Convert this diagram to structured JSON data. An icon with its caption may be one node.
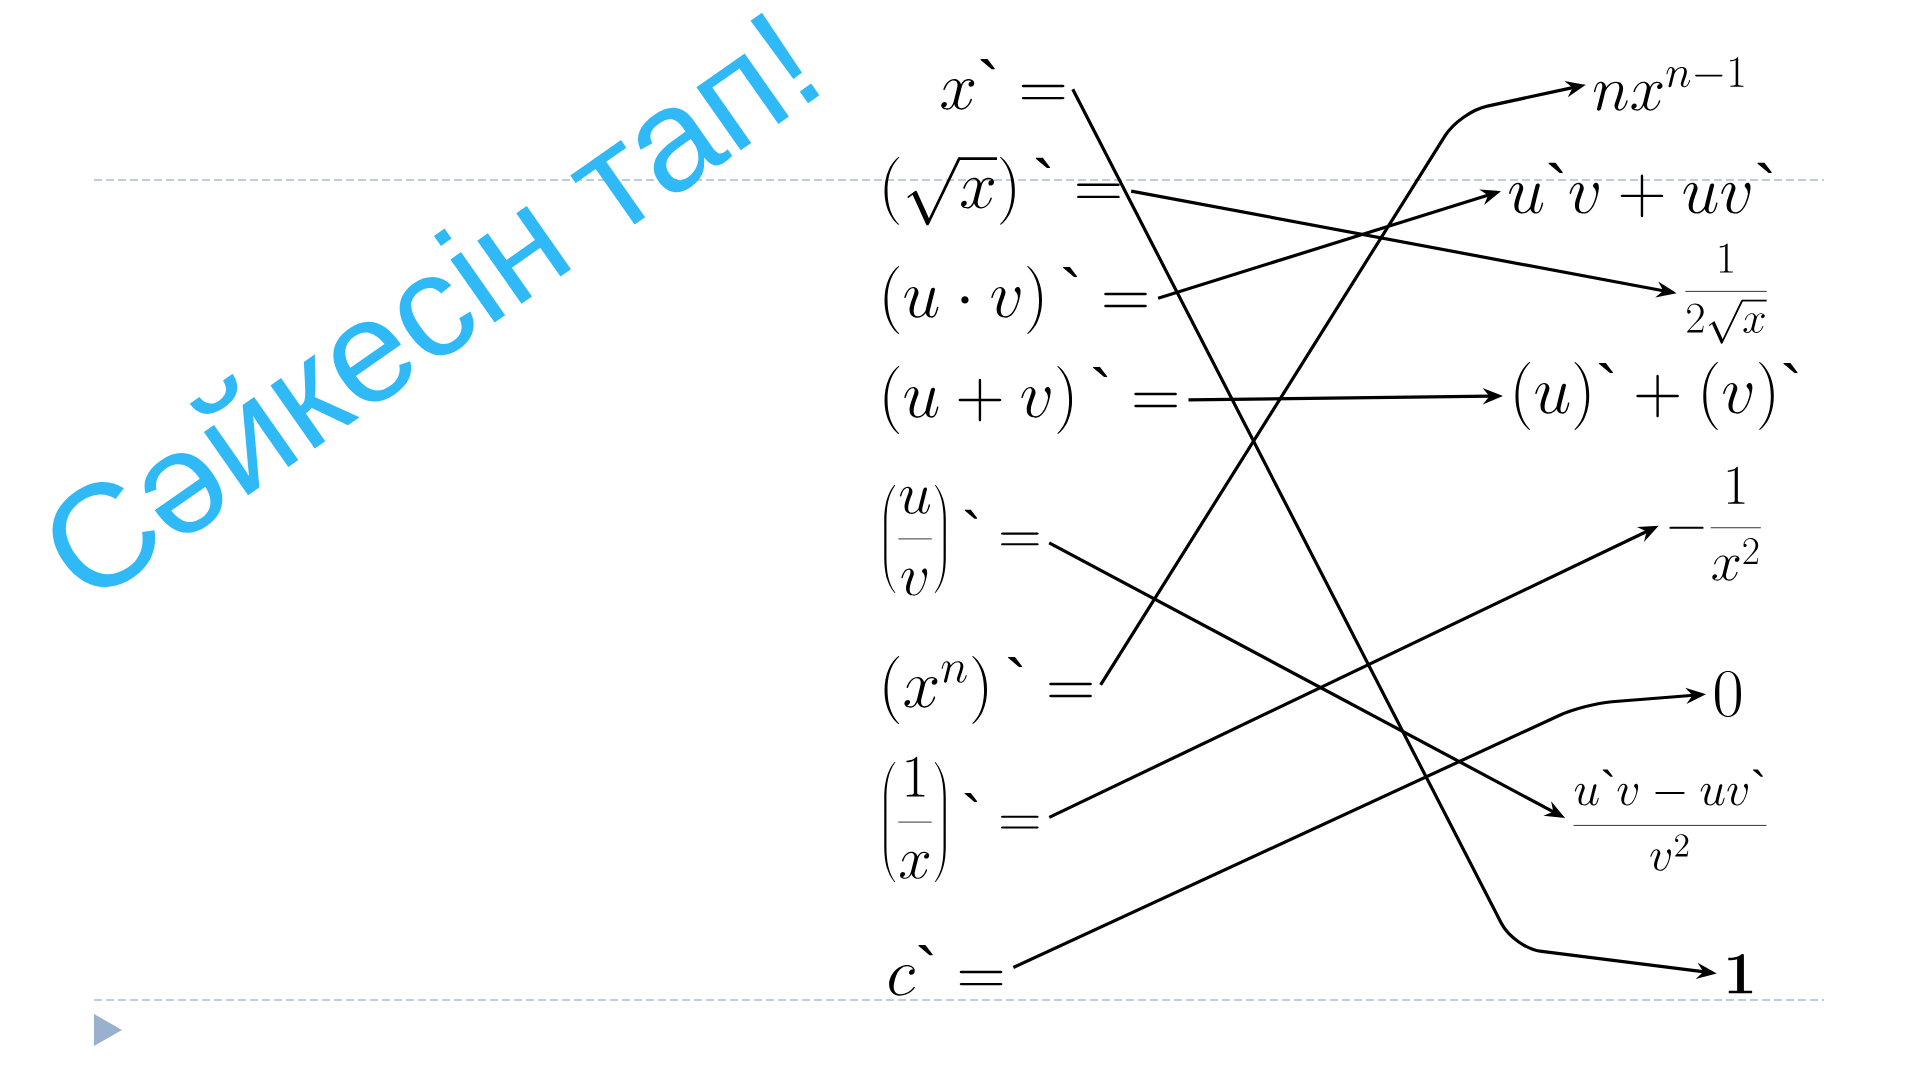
{
  "diagram": {
    "title": "Сәйкесін тап!",
    "nodes": [
      {
        "text": [
          "x`="
        ]
      },
      {
        "text": [
          "\\left(\\sqrt{x}\\right)`="
        ]
      },
      {
        "text": [
          "\\left(u\\cdot v\\right)`="
        ]
      },
      {
        "text": [
          "\\left(u+v\\right)`="
        ]
      },
      {
        "text": [
          "\\left(\\frac{u}{v}\\right)`="
        ]
      },
      {
        "text": [
          "\\left(x^{n}\\right)`="
        ]
      },
      {
        "text": [
          "\\left(\\frac{1}{x}\\right)`="
        ]
      },
      {
        "text": [
          "c`="
        ]
      },
      {
        "text": [
          "nx^{n-1}"
        ]
      },
      {
        "text": [
          "u`v+uv`"
        ]
      },
      {
        "text": [
          "\\frac{1}{2\\sqrt{x}}"
        ]
      },
      {
        "text": [
          "(u)`+(v)`"
        ]
      },
      {
        "text": [
          "-\\frac{1}{x^{2}}"
        ]
      },
      {
        "text": [
          "0"
        ]
      },
      {
        "text": [
          "\\frac{u`v-uv`}{v^{2}}"
        ]
      },
      {
        "text": [
          "1"
        ]
      }
    ],
    "edges": [
      {
        "from": 0,
        "to": 15,
        "arrow": "to"
      },
      {
        "from": 1,
        "to": 10,
        "arrow": "to"
      },
      {
        "from": 2,
        "to": 9,
        "arrow": "to"
      },
      {
        "from": 3,
        "to": 11,
        "arrow": "to"
      },
      {
        "from": 4,
        "to": 14,
        "arrow": "to"
      },
      {
        "from": 5,
        "to": 8,
        "arrow": "to"
      },
      {
        "from": 6,
        "to": 12,
        "arrow": "to"
      },
      {
        "from": 7,
        "to": 13,
        "arrow": "to"
      }
    ]
  }
}
